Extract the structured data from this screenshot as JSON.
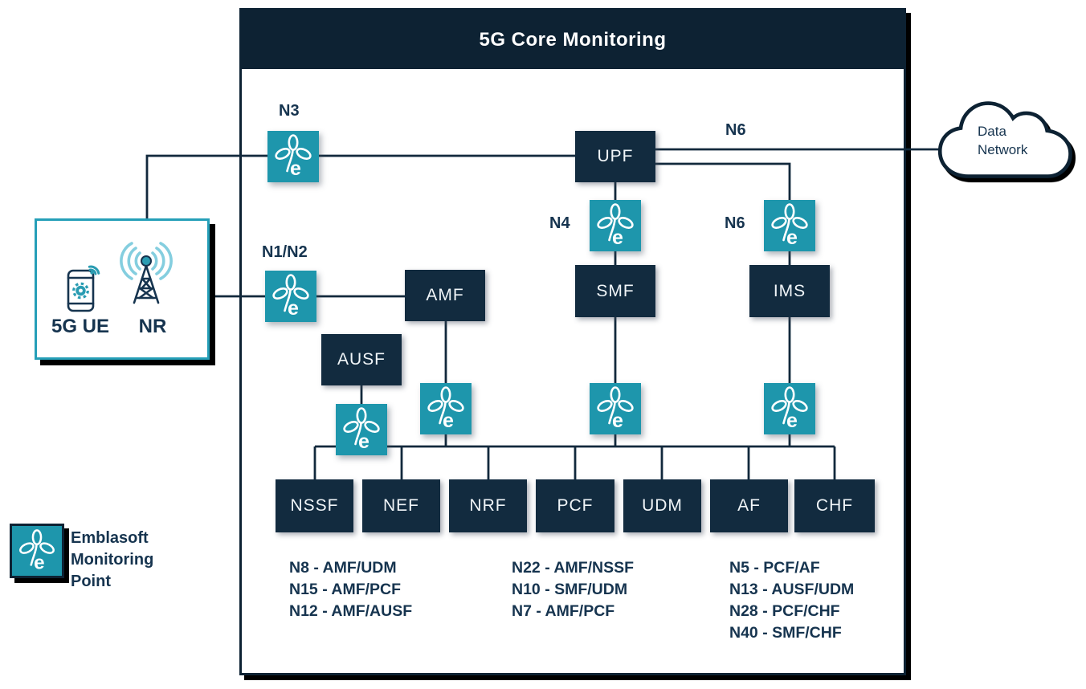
{
  "title": "5G Core Monitoring",
  "access": {
    "ue_label": "5G UE",
    "nr_label": "NR"
  },
  "cloud_label": "Data Network",
  "interface_points": {
    "n3": "N3",
    "n1n2": "N1/N2",
    "n4": "N4",
    "n6_ims": "N6",
    "n6_dn": "N6"
  },
  "nf_nodes": [
    "UPF",
    "AMF",
    "AUSF",
    "SMF",
    "IMS"
  ],
  "sbi_nodes": [
    "NSSF",
    "NEF",
    "NRF",
    "PCF",
    "UDM",
    "AF",
    "CHF"
  ],
  "reference_lists": [
    [
      "N8 - AMF/UDM",
      "N15 - AMF/PCF",
      "N12 - AMF/AUSF"
    ],
    [
      "N22 - AMF/NSSF",
      "N10 - SMF/UDM",
      "N7 - AMF/PCF"
    ],
    [
      "N5 - PCF/AF",
      "N13 - AUSF/UDM",
      "N28 - PCF/CHF",
      "N40 - SMF/CHF"
    ]
  ],
  "legend": {
    "lines": [
      "Emblasoft",
      "Monitoring",
      "Point"
    ]
  },
  "colors": {
    "navy": "#0D2233",
    "node_fill": "#122B3F",
    "teal": "#1E96AC",
    "label_navy": "#16344F",
    "wave_light": "#84CEDF",
    "ue_border": "#259FB8"
  }
}
